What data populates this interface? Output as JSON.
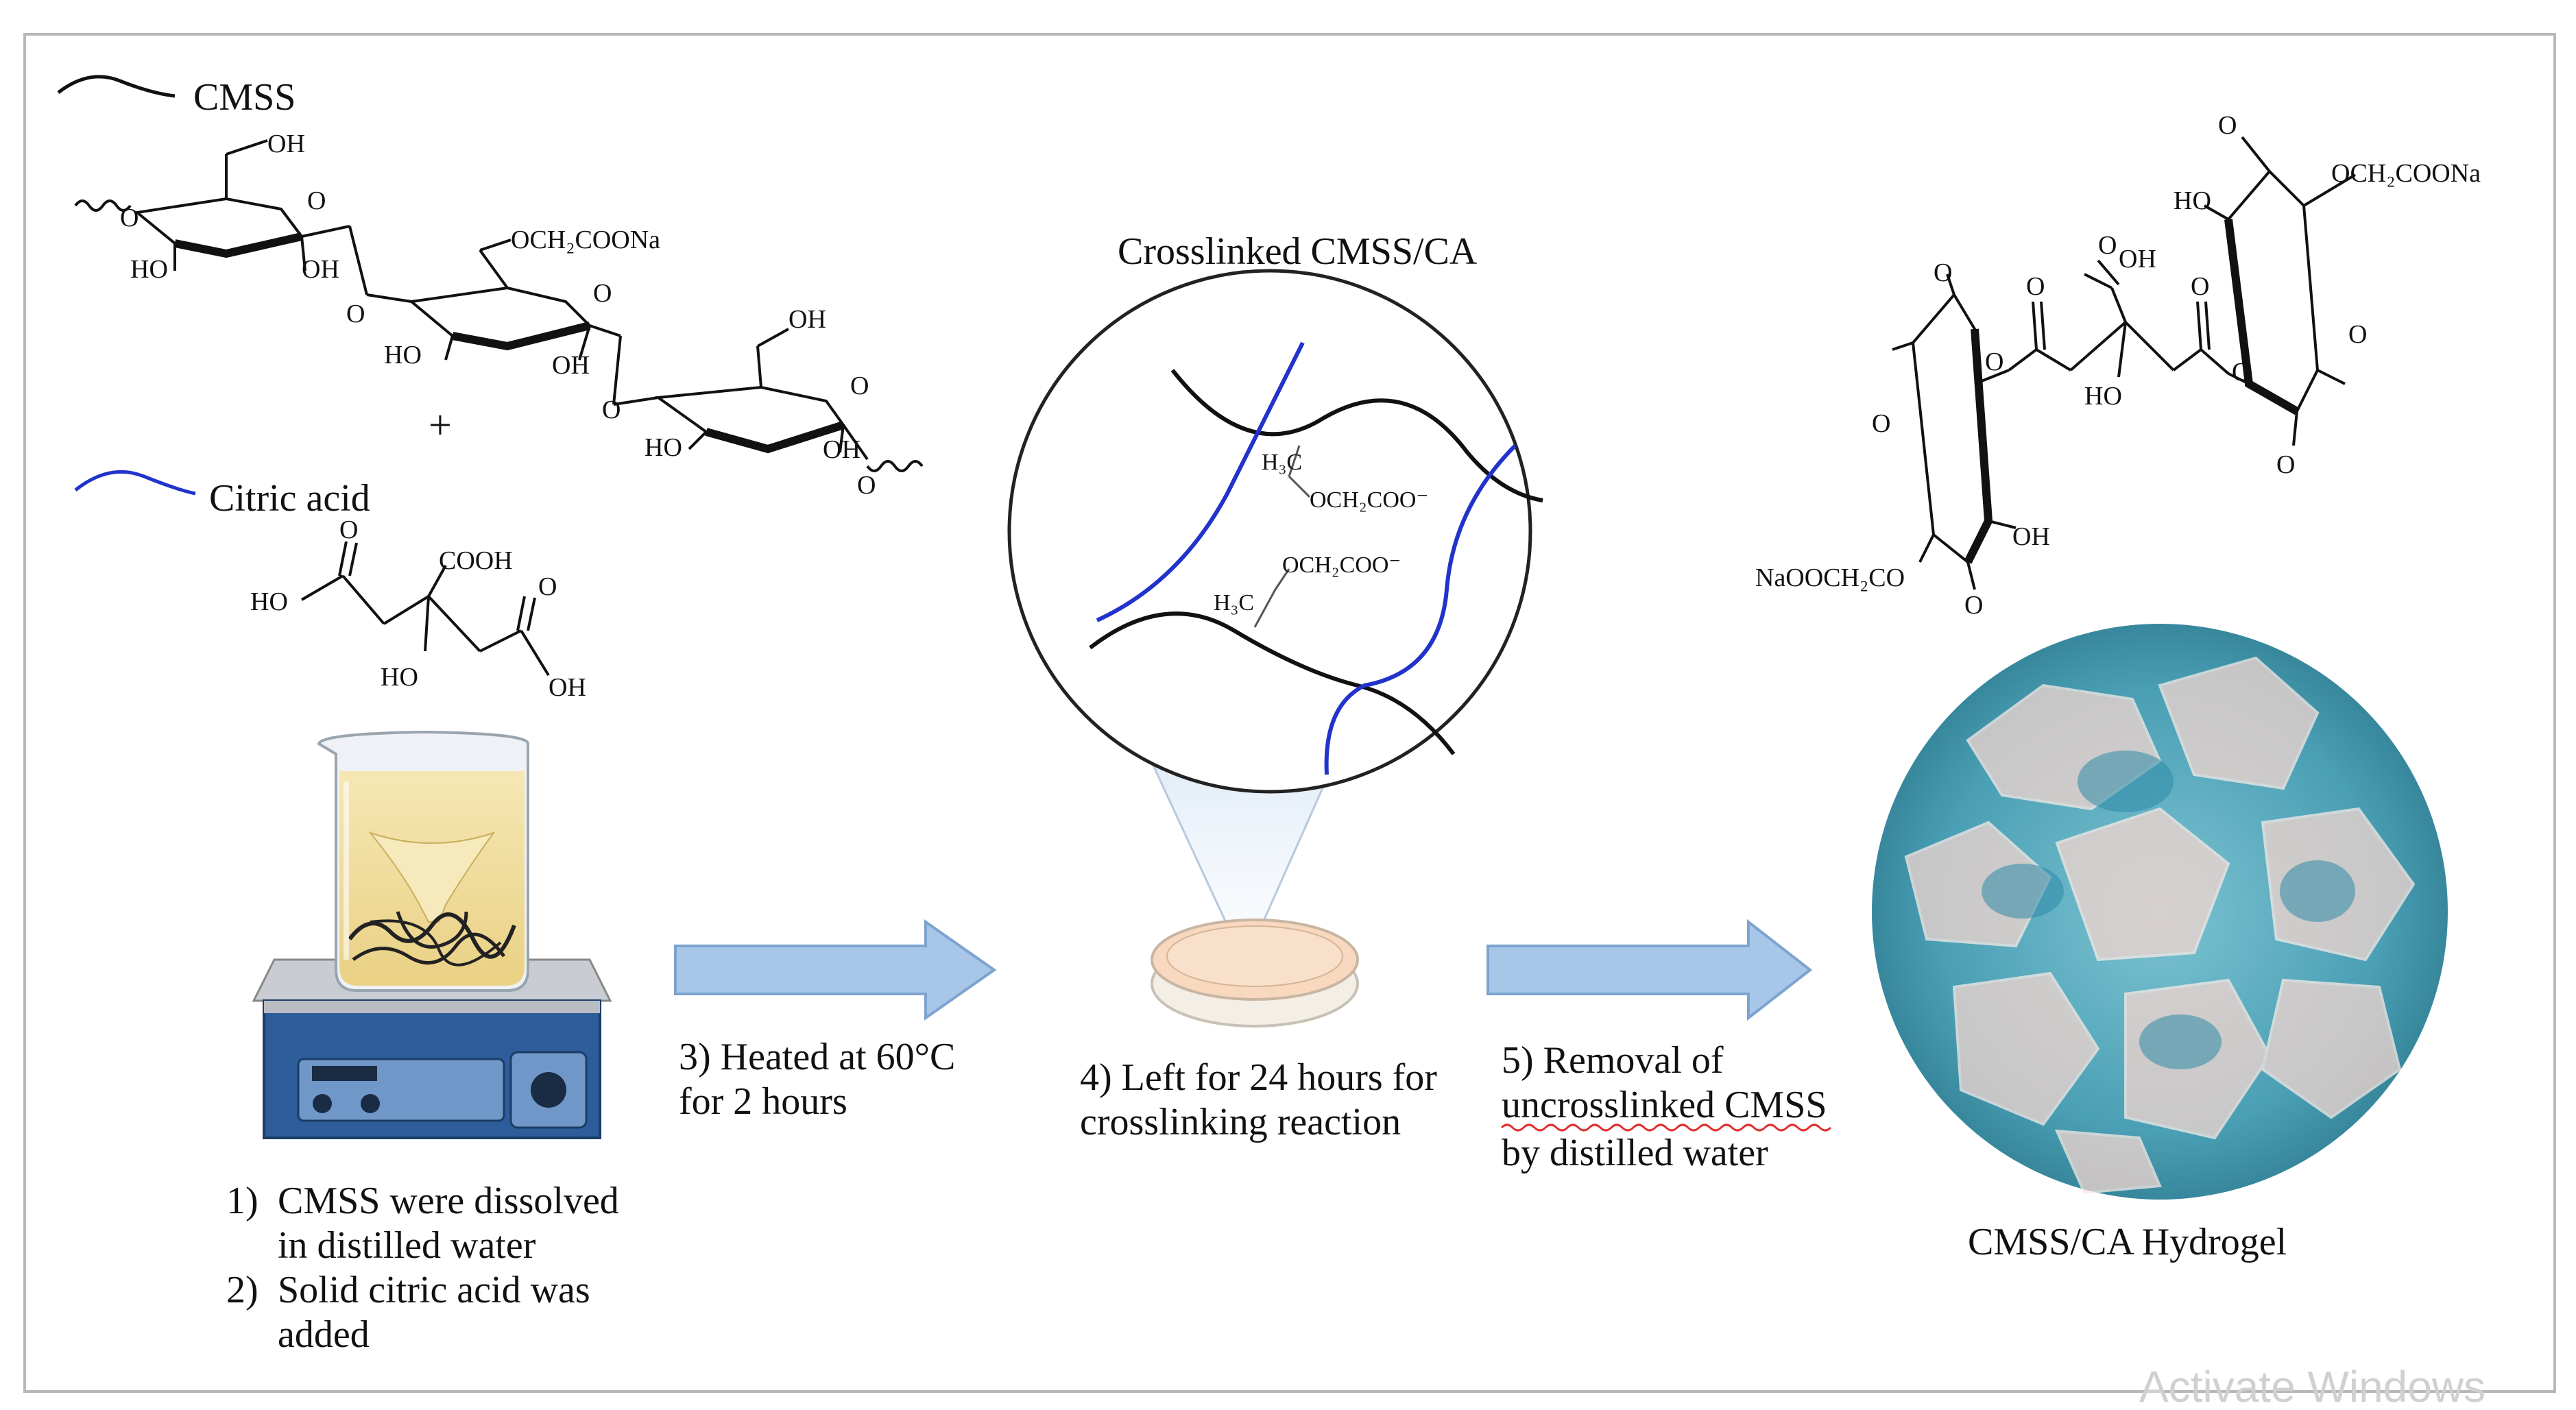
{
  "legend": {
    "cmss": "CMSS",
    "citric_acid": "Citric acid"
  },
  "plus": "+",
  "titles": {
    "crosslinked": "Crosslinked CMSS/CA",
    "hydrogel": "CMSS/CA Hydrogel"
  },
  "steps": {
    "s1_line1": "1)",
    "s1_text1": "CMSS were dissolved",
    "s1_text2": "in distilled water",
    "s2_line1": "2)",
    "s2_text1": "Solid citric acid was",
    "s2_text2": "added",
    "s3_line1": "3) Heated at 60°C",
    "s3_line2": "for 2 hours",
    "s4_line1": "4) Left for 24 hours for",
    "s4_line2": "crosslinking reaction",
    "s5_line1": "5) Removal of",
    "s5_line2": "uncrosslinked CMSS",
    "s5_line3": "by distilled water"
  },
  "chem": {
    "oh": "OH",
    "ho": "HO",
    "o": "O",
    "cooh": "COOH",
    "och2coona": "OCH₂COONa",
    "naooch2co": "NaOOCH₂CO",
    "h3c": "H₃C",
    "och2coo_minus": "OCH₂COO⁻"
  },
  "watermark": "Activate Windows",
  "colors": {
    "cmss_chain": "#111111",
    "citric_chain": "#2233cc",
    "arrow_fill": "#a8c6e8",
    "arrow_stroke": "#7da3cf",
    "beaker_liquid": "#f1dc9a",
    "stirrer_blue": "#2d5d9a",
    "hydrogel_bg": "#4fa4b8"
  }
}
